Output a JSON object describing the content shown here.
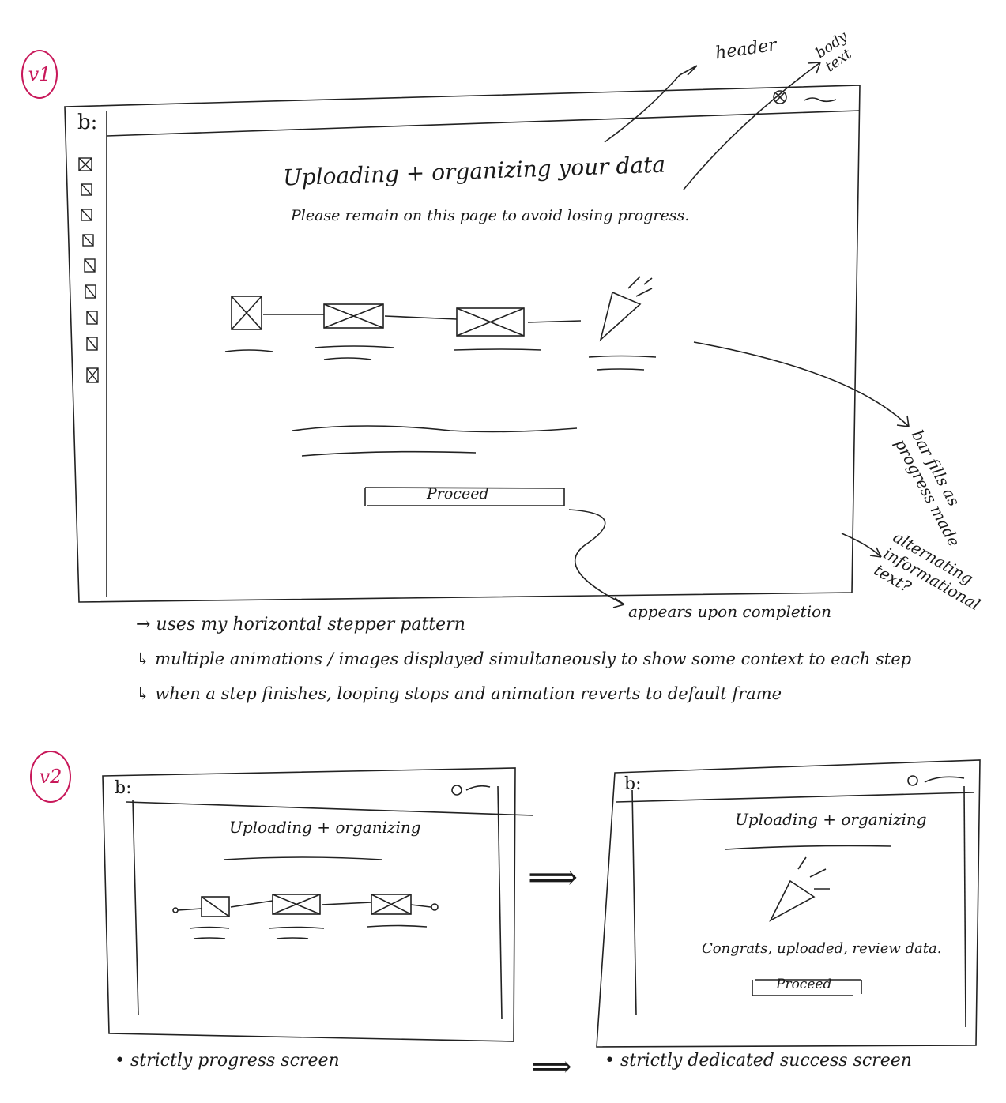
{
  "v1": {
    "version_label": "v1",
    "logo": "b:",
    "annotations": {
      "header": "header",
      "body_text": "body text",
      "bar_fills": "bar fills as progress made",
      "alternating": "alternating informational text?",
      "appears": "appears upon completion"
    },
    "title": "Uploading + organizing your data",
    "subtitle": "Please remain on this page to avoid losing progress.",
    "proceed_label": "Proceed",
    "notes": [
      "→ uses my horizontal stepper pattern",
      "↳ multiple animations / images displayed simultaneously to show some context to each step",
      "↳ when a step finishes, looping stops and animation reverts to default frame"
    ]
  },
  "v2": {
    "version_label": "v2",
    "progress_screen": {
      "logo": "b:",
      "title": "Uploading + organizing",
      "caption": "• strictly progress screen"
    },
    "arrow": "⟹",
    "success_screen": {
      "logo": "b:",
      "title": "Uploading + organizing",
      "message": "Congrats, uploaded, review data.",
      "proceed_label": "Proceed",
      "caption": "• strictly dedicated success screen"
    },
    "caption_arrow": "⟹"
  }
}
